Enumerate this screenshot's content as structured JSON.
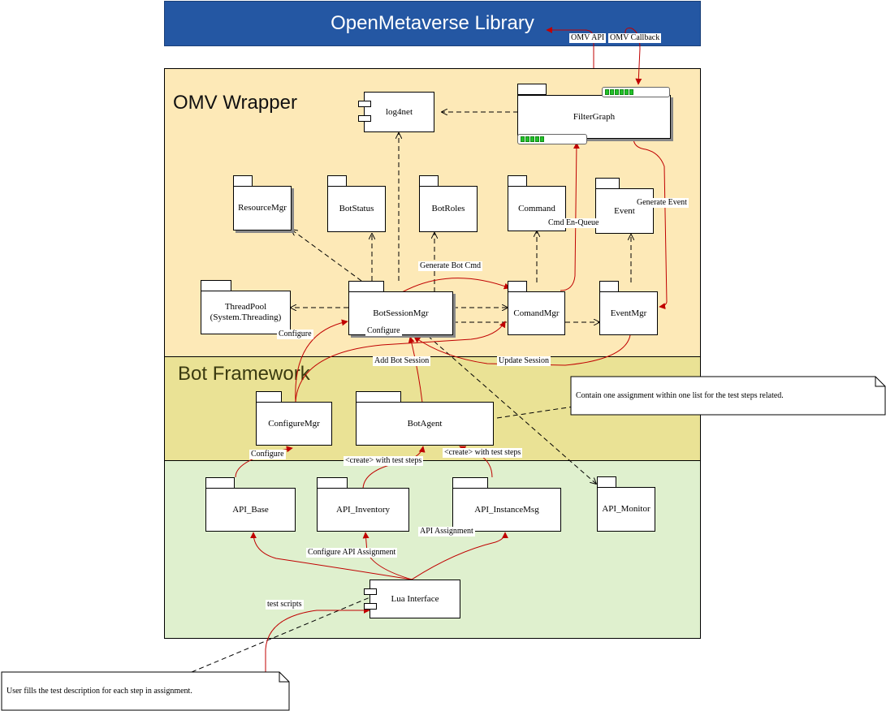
{
  "title": "OpenMetaverse Library",
  "sections": {
    "omv_wrapper": "OMV Wrapper",
    "bot_framework": "Bot Framework"
  },
  "components": {
    "log4net": "log4net",
    "filtergraph": "FilterGraph",
    "resourcemgr": "ResourceMgr",
    "botstatus": "BotStatus",
    "botroles": "BotRoles",
    "command": "Command",
    "event": "Event",
    "threadpool": "ThreadPool\n(System.Threading)",
    "botsessionmgr": "BotSessionMgr",
    "comandmgr": "ComandMgr",
    "eventmgr": "EventMgr",
    "configuremgr": "ConfigureMgr",
    "botagent": "BotAgent",
    "api_base": "API_Base",
    "api_inventory": "API_Inventory",
    "api_instancemsg": "API_InstanceMsg",
    "api_monitor": "API_Monitor",
    "lua_interface": "Lua Interface"
  },
  "labels": {
    "omv_api": "OMV API",
    "omv_callback": "OMV Callback",
    "generate_event": "Generate Event",
    "cmd_enqueue": "Cmd En-Queue",
    "generate_bot_cmd": "Generate Bot Cmd",
    "configure_1": "Configure",
    "configure_2": "Configure",
    "add_bot_session": "Add Bot Session",
    "update_session": "Update Session",
    "configure_3": "Configure",
    "create_1": "<create> with test steps",
    "create_2": "<create> with test steps",
    "api_assignment_1": "API Assignment",
    "configure_api_assignment": "Configure API Assignment",
    "test_scripts": "test scripts"
  },
  "notes": {
    "assignment_note": "Contain one assignment within one list for the test steps related.",
    "user_note": "User fills the test description for each step in assignment."
  },
  "colors": {
    "title_bar": "#2457A3",
    "omv_wrapper_bg": "#FDE9B7",
    "bot_framework_bg": "#EAE295",
    "api_layer_bg": "#DFF0CE",
    "flow_arrow": "#C00000",
    "meter_green": "#22C22A"
  }
}
